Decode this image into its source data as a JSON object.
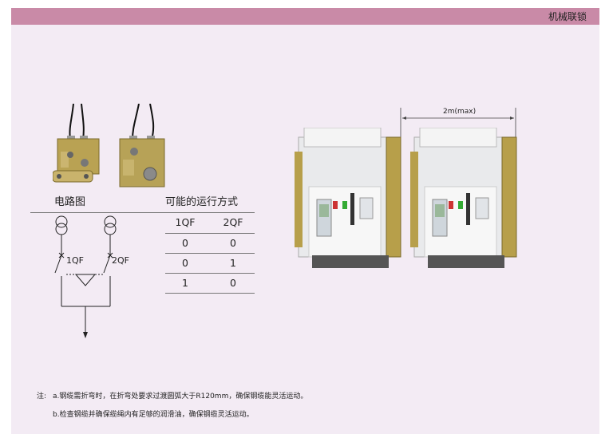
{
  "header": {
    "title": "机械联锁"
  },
  "circuit": {
    "title": "电路图",
    "labels": [
      "1QF",
      "2QF"
    ]
  },
  "table": {
    "title": "可能的运行方式",
    "headers": [
      "1QF",
      "2QF"
    ],
    "rows": [
      [
        "0",
        "0"
      ],
      [
        "0",
        "1"
      ],
      [
        "1",
        "0"
      ]
    ]
  },
  "dimension": {
    "label": "2m(max)"
  },
  "notes": {
    "prefix": "注:",
    "a": "a.钢缆需折弯时，在折弯处要求过渡圆弧大于R120mm，确保钢缆能灵活运动。",
    "b": "b.检查钢缆并确保缆绳内有足够的润滑油，确保钢缆灵活运动。"
  },
  "colors": {
    "header_bar": "#c98aa7",
    "background": "#f3ebf4"
  }
}
